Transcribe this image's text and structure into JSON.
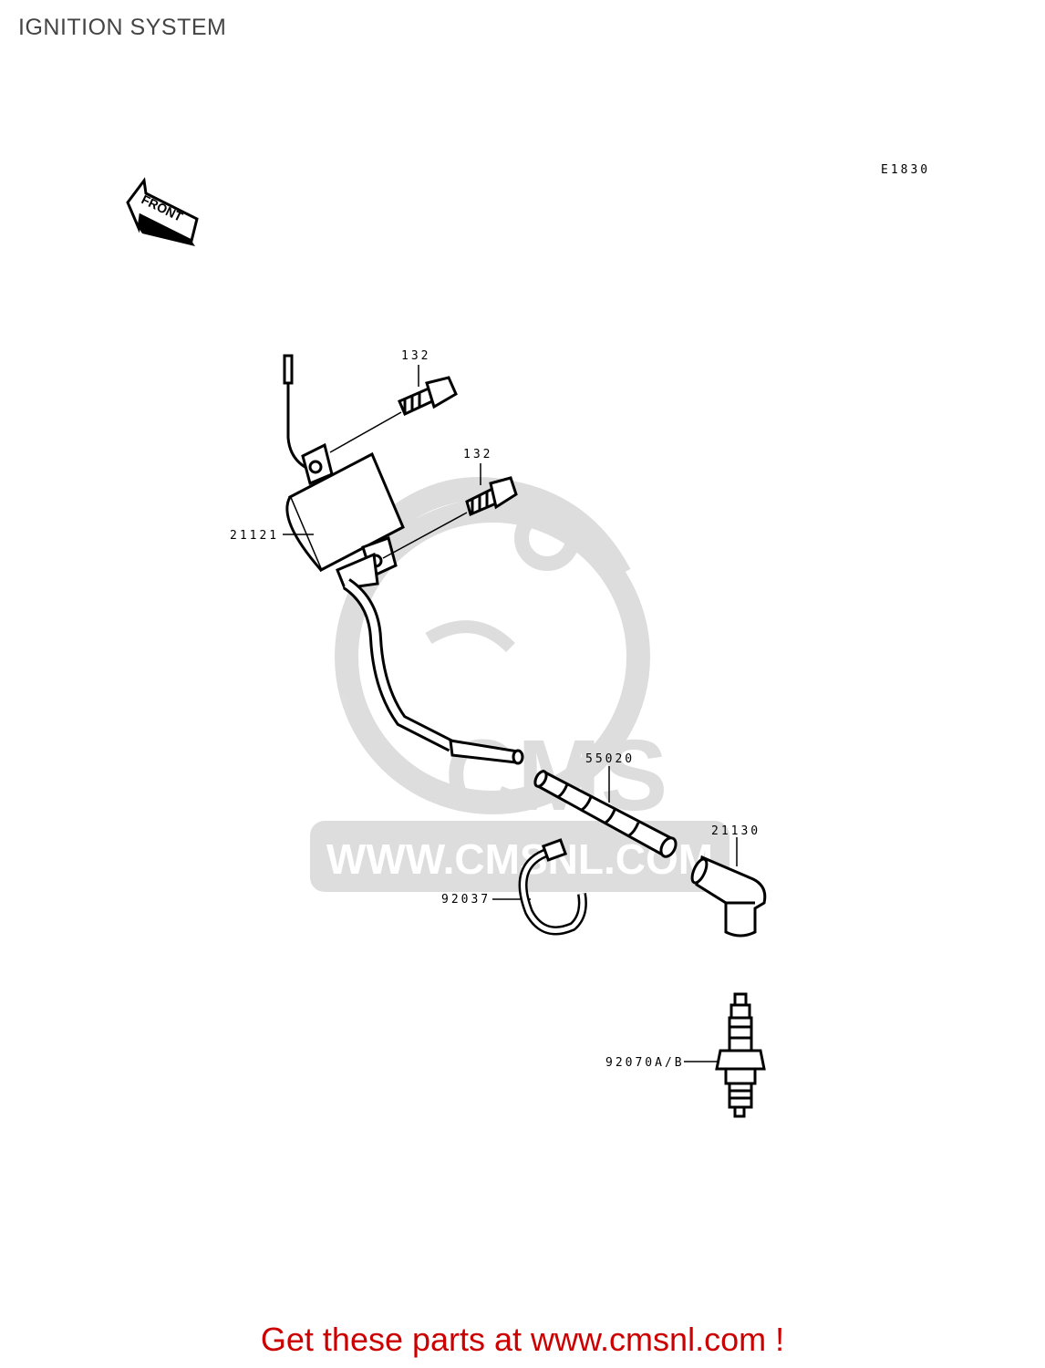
{
  "page": {
    "title": "IGNITION SYSTEM"
  },
  "diagram": {
    "code": "E1830",
    "front_marker": "FRONT",
    "watermark": {
      "brand": "CMS",
      "url": "WWW.CMSNL.COM"
    },
    "parts": [
      {
        "id": "bolt_upper",
        "label": "132"
      },
      {
        "id": "bolt_lower",
        "label": "132"
      },
      {
        "id": "ignition_coil",
        "label": "21121"
      },
      {
        "id": "tube",
        "label": "55020"
      },
      {
        "id": "plug_cap",
        "label": "21130"
      },
      {
        "id": "clamp",
        "label": "92037"
      },
      {
        "id": "spark_plug",
        "label": "92070A/B"
      }
    ]
  },
  "footer": {
    "text": "Get these parts at www.cmsnl.com !",
    "color": "#cc0000"
  }
}
